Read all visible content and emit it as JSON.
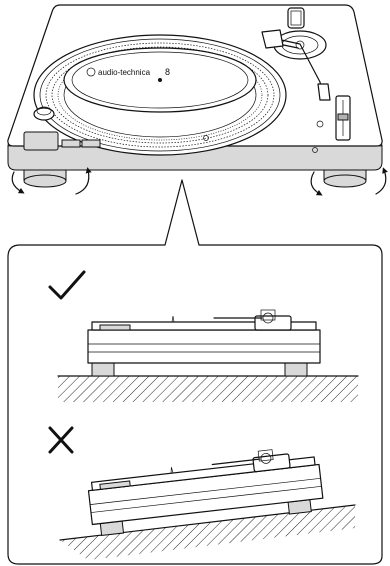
{
  "brand": {
    "logo_text": "audio-technica"
  },
  "panels": {
    "correct_symbol": "check-mark",
    "incorrect_symbol": "cross-mark"
  }
}
